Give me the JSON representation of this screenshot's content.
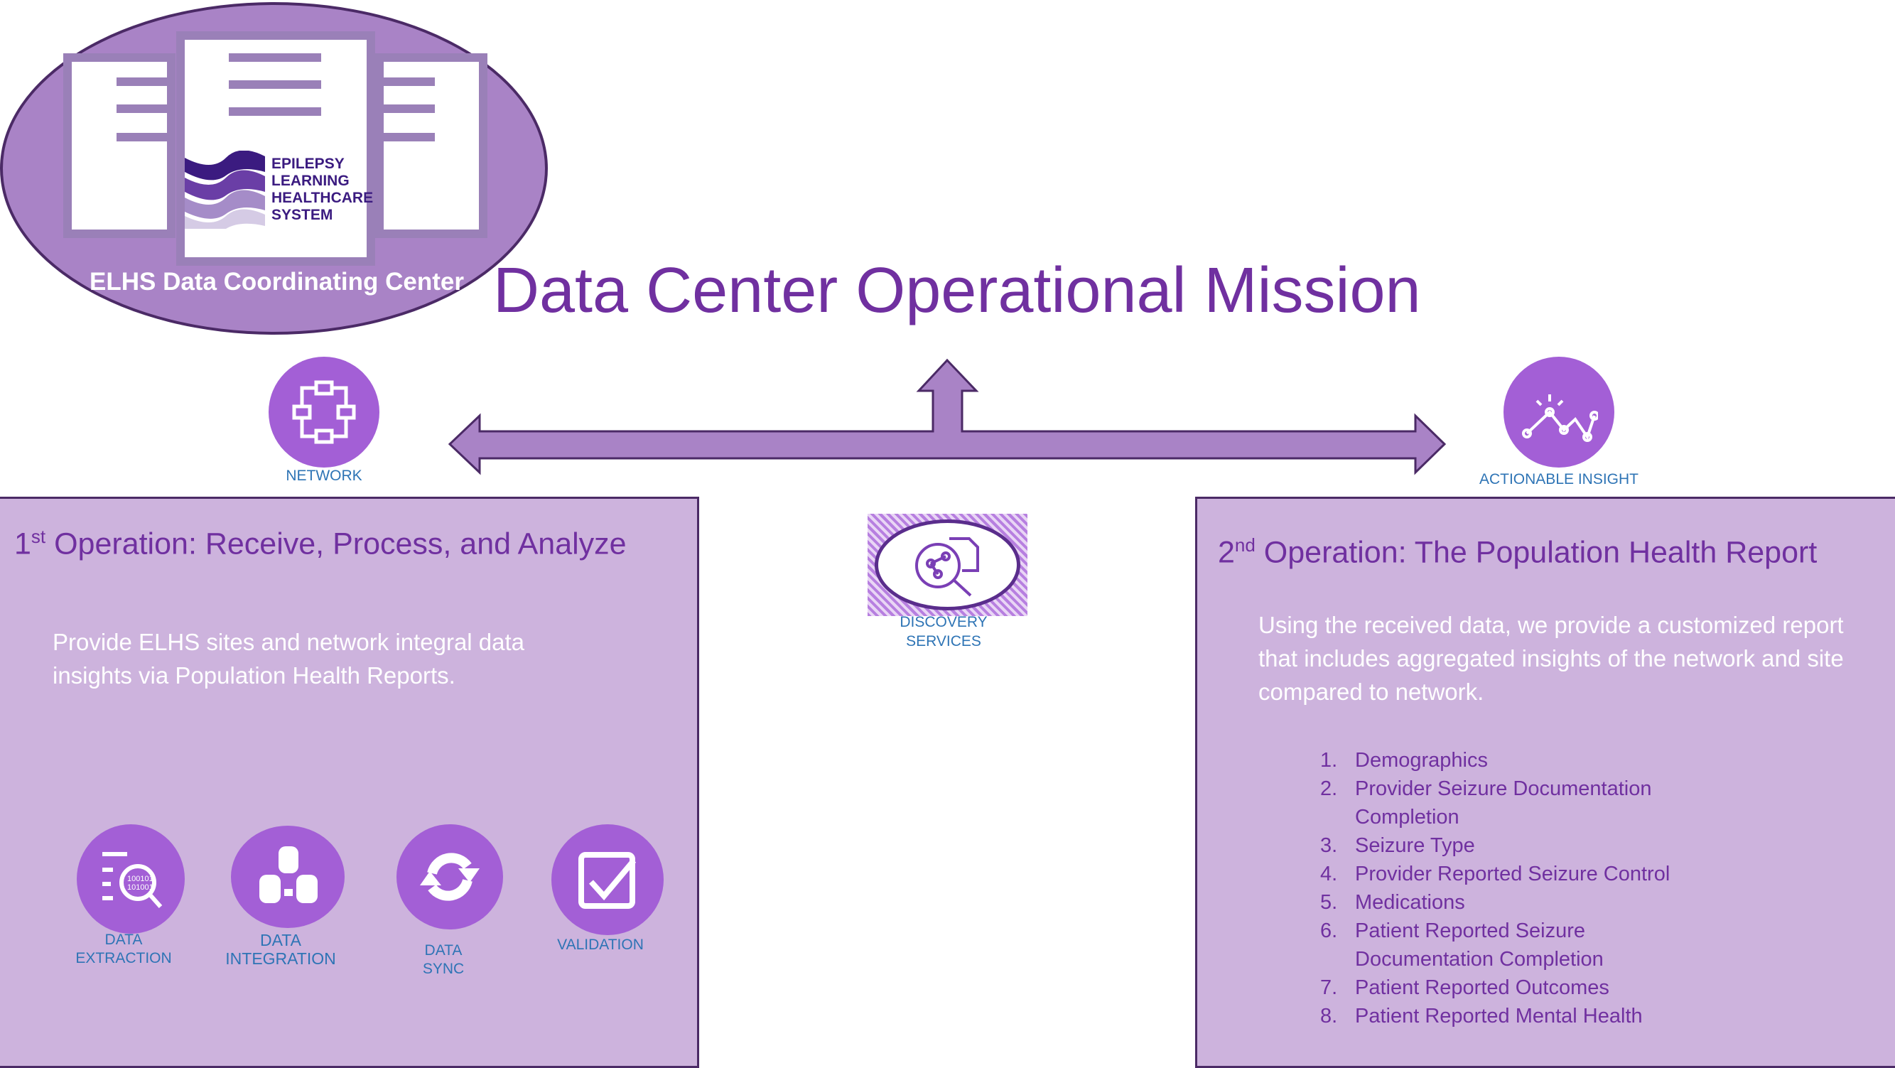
{
  "hub": {
    "label": "ELHS Data Coordinating Center",
    "logo_text": [
      "EPILEPSY",
      "LEARNING",
      "HEALTHCARE",
      "SYSTEM"
    ]
  },
  "title": "Data Center Operational Mission",
  "network": {
    "label": "NETWORK",
    "icon": "network-icon"
  },
  "insight": {
    "label": "ACTIONABLE INSIGHT",
    "icon": "chart-insight-icon"
  },
  "discovery": {
    "line1": "DISCOVERY",
    "line2": "SERVICES"
  },
  "op1": {
    "num": "1",
    "sup": "st",
    "title": " Operation: Receive, Process, and Analyze",
    "body": "Provide ELHS sites and network integral data insights via Population Health Reports.",
    "icons": [
      {
        "l1": "DATA",
        "l2": "EXTRACTION"
      },
      {
        "l1": "DATA",
        "l2": "INTEGRATION"
      },
      {
        "l1": "DATA",
        "l2": "SYNC"
      },
      {
        "l1": "VALIDATION",
        "l2": ""
      }
    ]
  },
  "op2": {
    "num": "2",
    "sup": "nd",
    "title": " Operation: The Population Health Report",
    "body": "Using the received data, we provide a customized report that includes aggregated insights of the network and site compared to network.",
    "items": [
      {
        "n": "1.",
        "t": "Demographics"
      },
      {
        "n": "2.",
        "t": "Provider Seizure Documentation Completion"
      },
      {
        "n": "3.",
        "t": "Seizure Type"
      },
      {
        "n": "4.",
        "t": "Provider Reported Seizure Control"
      },
      {
        "n": "5.",
        "t": "Medications"
      },
      {
        "n": "6.",
        "t": "Patient Reported Seizure Documentation Completion"
      },
      {
        "n": "7.",
        "t": "Patient Reported Outcomes"
      },
      {
        "n": "8.",
        "t": "Patient Reported Mental Health"
      }
    ]
  },
  "colors": {
    "accent": "#7030a0",
    "icon": "#a35fd6",
    "box": "#cdb3dd",
    "label": "#2e74b5"
  }
}
